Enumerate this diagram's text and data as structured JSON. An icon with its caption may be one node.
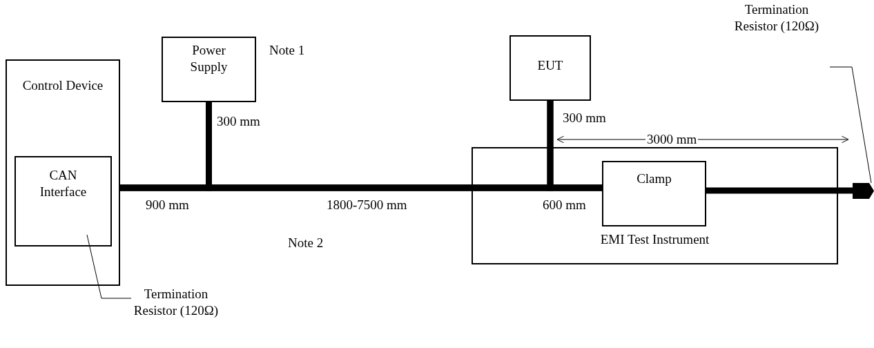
{
  "diagram": {
    "nodes": [
      {
        "text": [
          "Control Device"
        ]
      },
      {
        "text": [
          "CAN Interface"
        ],
        "in": 0
      },
      {
        "text": [
          "Power Supply"
        ]
      },
      {
        "text": [
          "EUT"
        ]
      },
      {
        "text": [
          "EMI Test Instrument"
        ]
      },
      {
        "text": [
          "Clamp"
        ],
        "in": 4
      },
      {
        "text": [
          "Termination Resistor (120Ω)"
        ]
      },
      {
        "text": [
          "Termination Resistor (120Ω)"
        ]
      },
      {
        "text": [],
        "shape": "box"
      }
    ],
    "edges": [
      {
        "from": 0,
        "to": 5,
        "arrow": "none"
      },
      {
        "from": 2,
        "to": 0,
        "arrow": "none"
      },
      {
        "from": 2,
        "to": 5,
        "arrow": "none"
      },
      {
        "from": 3,
        "to": 0,
        "arrow": "none"
      },
      {
        "from": 3,
        "to": 5,
        "arrow": "none"
      },
      {
        "from": 5,
        "to": 8,
        "arrow": "none"
      },
      {
        "from": 7,
        "to": 8,
        "arrow": "none"
      },
      {
        "from": 6,
        "to": 1,
        "arrow": "none"
      }
    ],
    "labels": [
      "Note 1",
      "300 mm",
      "300 mm",
      "3000 mm",
      "900 mm",
      "1800-7500 mm",
      "600 mm",
      "Note 2"
    ]
  }
}
